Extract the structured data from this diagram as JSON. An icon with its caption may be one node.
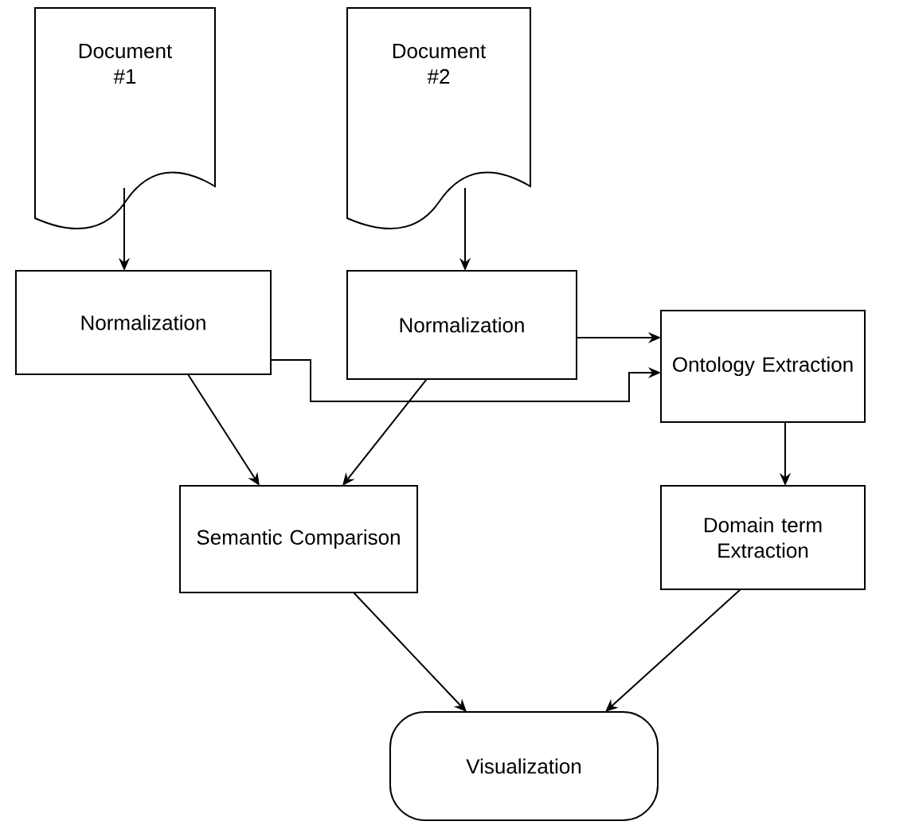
{
  "diagram": {
    "nodes": [
      {
        "text": [
          "Document #1"
        ]
      },
      {
        "text": [
          "Document #2"
        ]
      },
      {
        "text": [
          "Normalization"
        ]
      },
      {
        "text": [
          "Normalization"
        ]
      },
      {
        "text": [
          "Ontology Extraction"
        ]
      },
      {
        "text": [
          "Semantic Comparison"
        ]
      },
      {
        "text": [
          "Domain term Extraction"
        ]
      },
      {
        "text": [
          "Visualization"
        ]
      }
    ],
    "edges": [
      {
        "from": 0,
        "to": 2,
        "arrow": "to"
      },
      {
        "from": 1,
        "to": 3,
        "arrow": "to"
      },
      {
        "from": 2,
        "to": 4,
        "arrow": "to"
      },
      {
        "from": 3,
        "to": 4,
        "arrow": "to"
      },
      {
        "from": 2,
        "to": 5,
        "arrow": "to"
      },
      {
        "from": 3,
        "to": 5,
        "arrow": "to"
      },
      {
        "from": 4,
        "to": 6,
        "arrow": "to"
      },
      {
        "from": 5,
        "to": 7,
        "arrow": "to"
      },
      {
        "from": 6,
        "to": 7,
        "arrow": "to"
      }
    ]
  }
}
